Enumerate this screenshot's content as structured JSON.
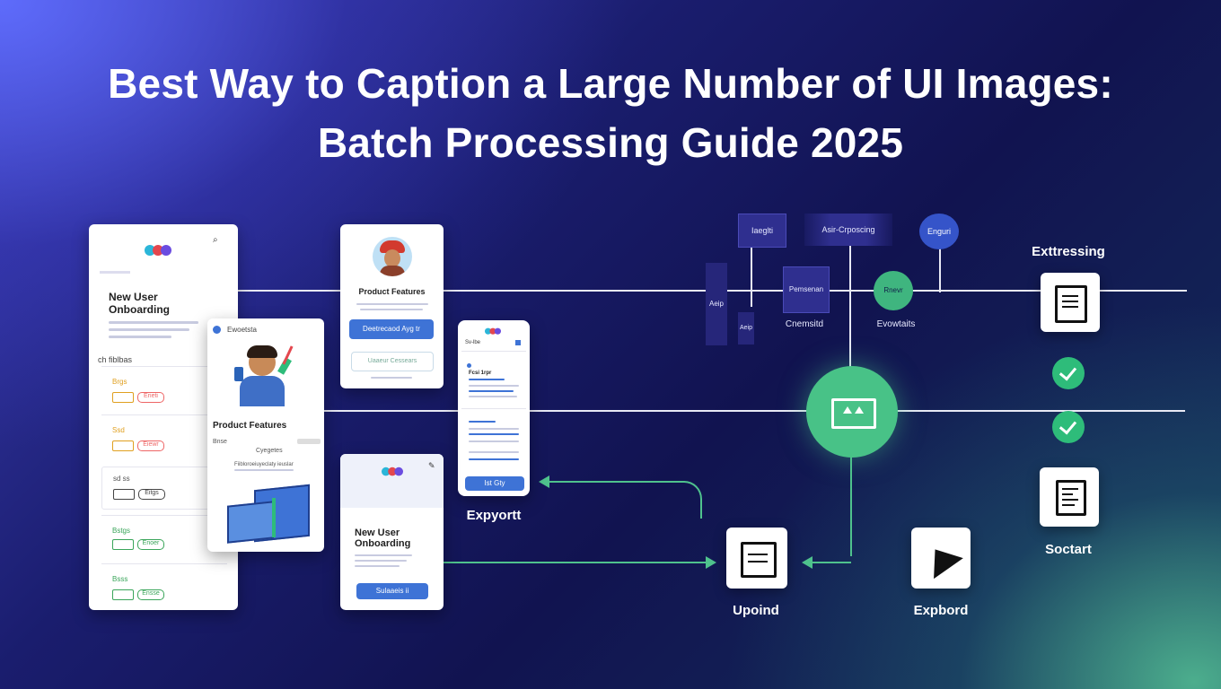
{
  "title": {
    "line1": "Best Way to Caption a Large Number of UI Images:",
    "line2": "Batch Processing Guide 2025"
  },
  "cards": {
    "onboarding_left": {
      "heading_1": "New User",
      "heading_2": "Onboarding",
      "section": "ch fiblbas",
      "rows": [
        "Brgs",
        "Ssd",
        "sd ss",
        "Bstgs",
        "Bsss"
      ],
      "tags": [
        "Erieti",
        "Eiewr",
        "Eitgs",
        "Enoer",
        "Ensse"
      ]
    },
    "product_top": {
      "heading": "Product Features",
      "primary_button": "Deetrecaod Ayg tr",
      "secondary_button": "Uaaeur Cessears"
    },
    "product_mid": {
      "header": "Ewoetsta",
      "heading": "Product Features",
      "col1": "Bnse",
      "col2": "Cyegetes",
      "sub": "Fiibloroeiuyeclaty ieuslar"
    },
    "phone": {
      "header": "Sv-lbe",
      "line1": "Fcsi 1rpr",
      "button": "Ist Gty"
    },
    "onboarding_bottom": {
      "heading_1": "New User",
      "heading_2": "Onboarding",
      "button": "Sulaaeis  ii"
    }
  },
  "flow": {
    "nodes": {
      "top_left": "Iaeglti",
      "top_mid": "Asir-Crposcing",
      "top_right": "Enguri",
      "mid_box": "Pemsenan",
      "mid_green": "Rnevr",
      "small_left": "Aeip",
      "small_mid": "Aeip"
    },
    "labels": {
      "mid_box_caption": "Cnemsitd",
      "mid_green_caption": "Evowtaits",
      "phone_caption": "Expyortt",
      "upload_caption": "Upoind",
      "expbord_caption": "Expbord",
      "extressing": "Exttressing",
      "soctart": "Soctart"
    }
  },
  "colors": {
    "accent_green": "#4fc28d",
    "accent_blue": "#3e73d6",
    "node_dark": "#2f2f8f"
  }
}
